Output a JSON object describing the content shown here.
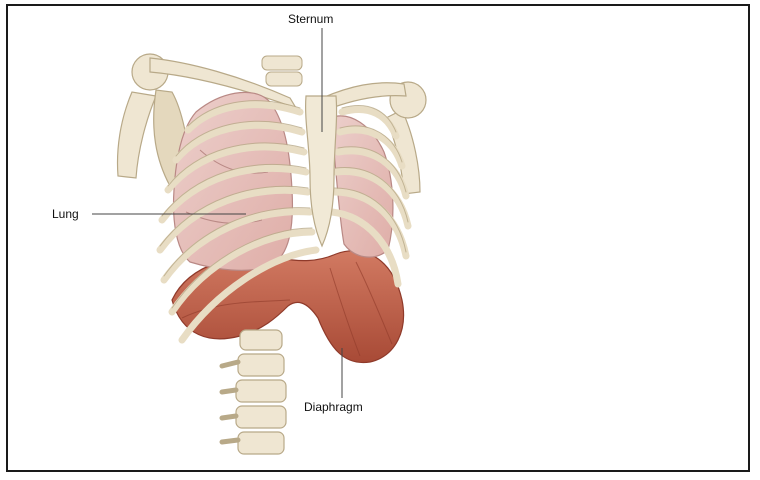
{
  "labels": {
    "sternum": "Sternum",
    "lung": "Lung",
    "diaphragm": "Diaphragm"
  },
  "colors": {
    "bone": "#efe6d2",
    "bone_shadow": "#cdbf9f",
    "lung": "#e9c3bf",
    "lung_line": "#b98985",
    "diaphragm": "#c2604a",
    "diaphragm_dark": "#8f3a2a",
    "leader_line": "#444444",
    "frame_border": "#1a1a1a"
  },
  "icons": {
    "illustration": "thoracic-cage-anatomy-illustration"
  }
}
